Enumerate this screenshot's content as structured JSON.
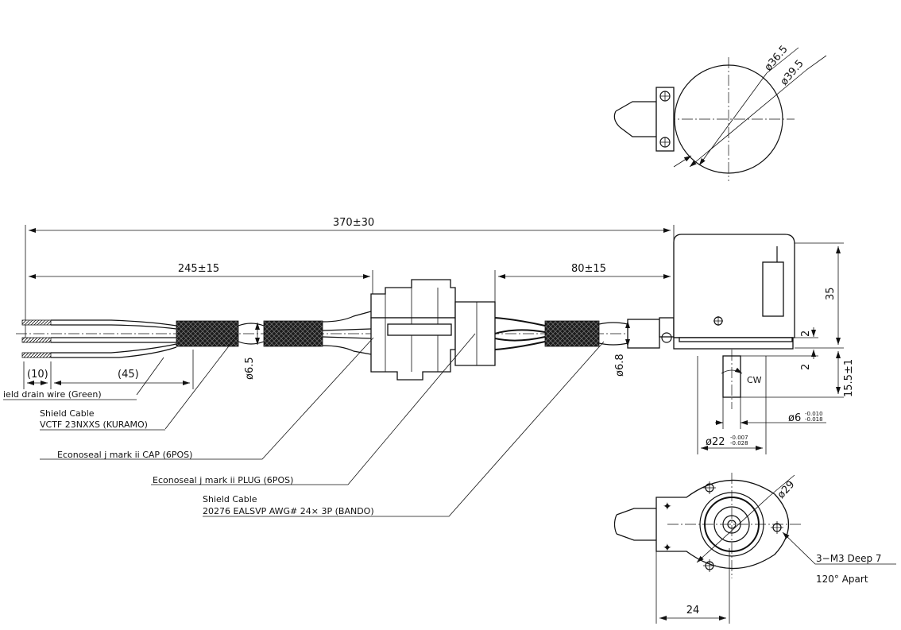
{
  "dimensions": {
    "overall_length": "370±30",
    "length_to_connector": "245±15",
    "length_connector_to_encoder": "80±15",
    "strip_length": "(10)",
    "breakout_length": "(45)",
    "cable_diameter_left": "ø6.5",
    "cable_diameter_right": "ø6.8",
    "top_view_diameter_inner": "ø36.5",
    "top_view_diameter_outer": "ø39.5",
    "body_height": "35",
    "flange_thickness_a": "2",
    "flange_thickness_b": "2",
    "shaft_length": "15.5±1",
    "rotation_direction": "CW",
    "shaft_diameter": "ø6",
    "shaft_diameter_tol_upper": "-0.010",
    "shaft_diameter_tol_lower": "-0.018",
    "pilot_diameter": "ø22",
    "pilot_diameter_tol_upper": "-0.007",
    "pilot_diameter_tol_lower": "-0.028",
    "bolt_circle_diameter": "ø29",
    "width": "24"
  },
  "labels": {
    "shield_drain": "ield drain wire (Green)",
    "shield_cable_1": "Shield Cable",
    "shield_cable_1_spec": "VCTF 23NXXS (KURAMO)",
    "cap": "Econoseal j mark ii CAP (6POS)",
    "plug": "Econoseal j mark ii PLUG (6POS)",
    "shield_cable_2": "Shield Cable",
    "shield_cable_2_spec": "20276 EALSVP AWG# 24× 3P (BANDO)",
    "mounting_holes": "3−M3 Deep 7",
    "mounting_holes_spacing": "120° Apart"
  }
}
